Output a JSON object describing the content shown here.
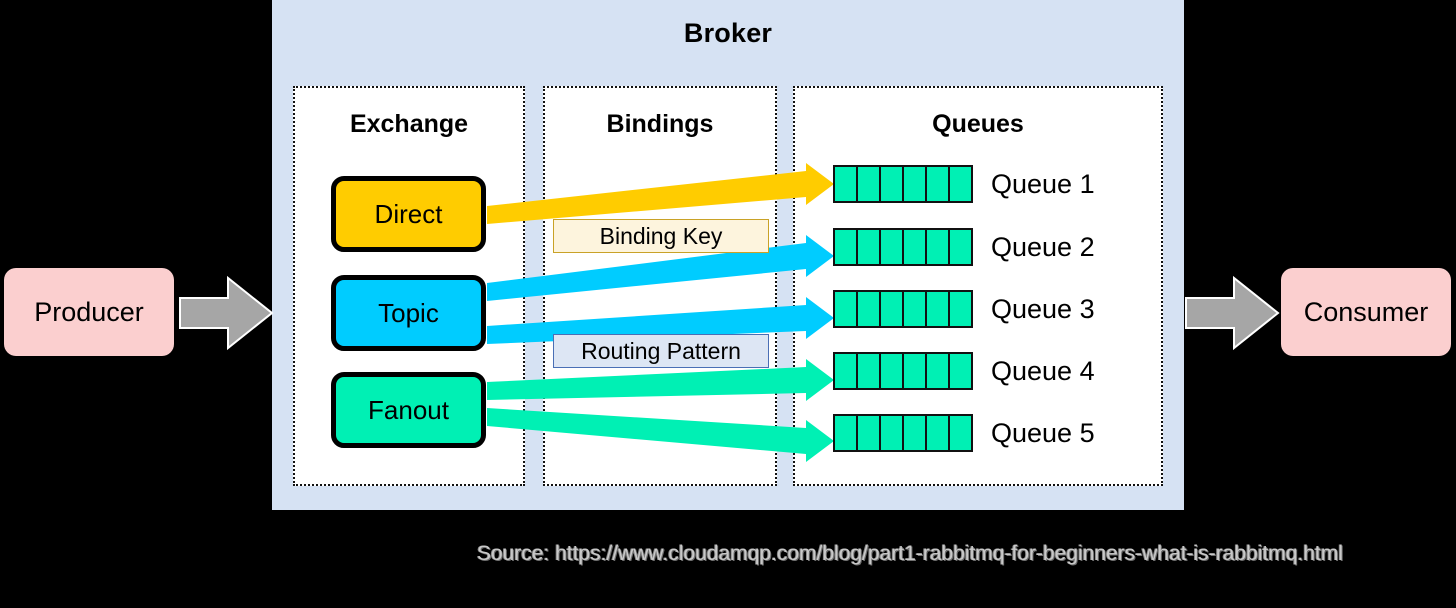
{
  "broker": {
    "title": "Broker",
    "panel_color": "#d6e2f3",
    "panels": [
      {
        "key": "exchange",
        "title": "Exchange"
      },
      {
        "key": "bindings",
        "title": "Bindings"
      },
      {
        "key": "queues",
        "title": "Queues"
      }
    ]
  },
  "exchanges": [
    {
      "label": "Direct",
      "color": "#ffcc00"
    },
    {
      "label": "Topic",
      "color": "#00ccff"
    },
    {
      "label": "Fanout",
      "color": "#00f0b4"
    }
  ],
  "bindings": {
    "labels": [
      {
        "text": "Binding Key",
        "fill": "#fdf4dd",
        "border": "#c9a227"
      },
      {
        "text": "Routing Pattern",
        "fill": "#dde6f4",
        "border": "#4a6fb5"
      }
    ],
    "connections": [
      {
        "from": "Direct",
        "to": "Queue 1",
        "color": "#ffcc00"
      },
      {
        "from": "Topic",
        "to": "Queue 2",
        "color": "#00ccff"
      },
      {
        "from": "Topic",
        "to": "Queue 3",
        "color": "#00ccff"
      },
      {
        "from": "Fanout",
        "to": "Queue 4",
        "color": "#00f0b4"
      },
      {
        "from": "Fanout",
        "to": "Queue 5",
        "color": "#00f0b4"
      }
    ]
  },
  "queues": [
    {
      "label": "Queue 1",
      "cells": 6,
      "color": "#00f0b4"
    },
    {
      "label": "Queue 2",
      "cells": 6,
      "color": "#00f0b4"
    },
    {
      "label": "Queue 3",
      "cells": 6,
      "color": "#00f0b4"
    },
    {
      "label": "Queue 4",
      "cells": 6,
      "color": "#00f0b4"
    },
    {
      "label": "Queue 5",
      "cells": 6,
      "color": "#00f0b4"
    }
  ],
  "endpoints": {
    "producer": {
      "label": "Producer",
      "color": "#fbcfcf"
    },
    "consumer": {
      "label": "Consumer",
      "color": "#fbcfcf"
    }
  },
  "flow_arrows": [
    {
      "name": "producer-to-broker",
      "color": "#a6a6a6"
    },
    {
      "name": "broker-to-consumer",
      "color": "#a6a6a6"
    }
  ],
  "caption": {
    "text": "Source: https://www.cloudamqp.com/blog/part1-rabbitmq-for-beginners-what-is-rabbitmq.html"
  }
}
